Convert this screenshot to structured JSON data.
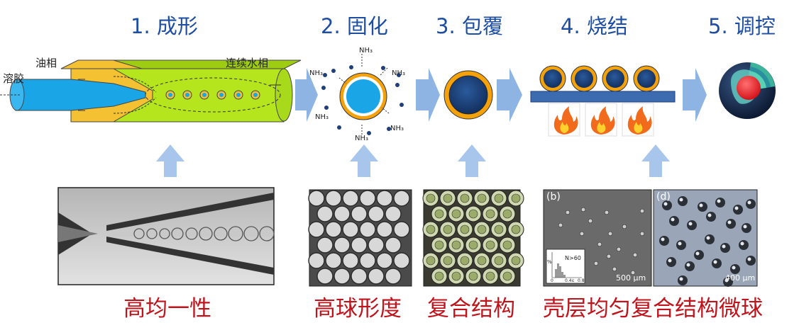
{
  "stages": [
    {
      "label": "1. 成形"
    },
    {
      "label": "2. 固化"
    },
    {
      "label": "3. 包覆"
    },
    {
      "label": "4. 烧结"
    },
    {
      "label": "5. 调控"
    }
  ],
  "device_labels": {
    "sol": "溶胶",
    "oil": "油相",
    "water": "连续水相"
  },
  "gas_label": "NH₃",
  "captions": [
    "高均一性",
    "高球形度",
    "复合结构",
    "壳层均匀复合结构微球"
  ],
  "sem_panels": {
    "b_label": "(b)",
    "d_label": "(d)",
    "b_scale": "500 μm",
    "d_scale": "400 μm",
    "hist_label": "N>60",
    "hist_ticks": [
      "0",
      "0.4",
      "0.8"
    ],
    "hist_ylabel": "%",
    "hist_xlabel": "ε"
  },
  "colors": {
    "title_blue": "#1d4ea3",
    "caption_red": "#c0141c",
    "arrow_blue": "#8eb4e3",
    "tube_blue": "#1aa6e6",
    "tube_green": "#b5e61d",
    "oil_yellow": "#f4c132",
    "core_navy": "#1f3f7a",
    "shell_orange": "#f5a20a"
  }
}
